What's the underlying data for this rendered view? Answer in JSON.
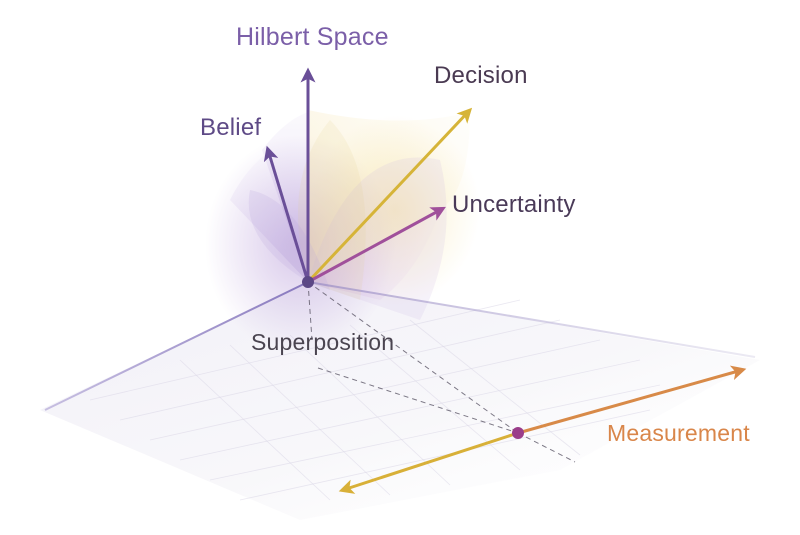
{
  "labels": {
    "hilbert_space": "Hilbert Space",
    "decision": "Decision",
    "belief": "Belief",
    "uncertainty": "Uncertainty",
    "superposition": "Superposition",
    "measurement": "Measurement"
  },
  "colors": {
    "hilbert_space": "#6a4f98",
    "belief": "#6a4f98",
    "decision": "#d6b438",
    "uncertainty": "#a0509b",
    "measurement": "#d88a48",
    "measurement_back": "#d8b038",
    "origin_point": "#5b4785",
    "measurement_point": "#9a3d8a"
  }
}
